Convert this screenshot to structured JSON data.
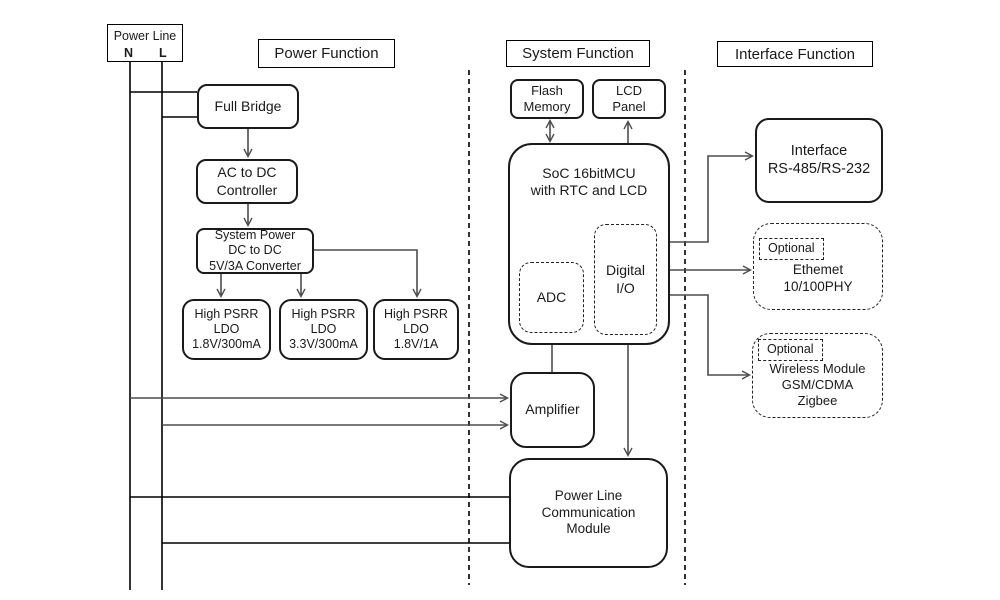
{
  "colors": {
    "ink": "#1a1a1a",
    "arrow": "#4d4d4d",
    "rail": "#000000",
    "bg": "#ffffff"
  },
  "power_line_source": {
    "title": "Power Line",
    "terminals": [
      "N",
      "L"
    ]
  },
  "sections": {
    "power": {
      "title": "Power Function",
      "blocks": {
        "full_bridge": "Full Bridge",
        "ac_dc": "AC to DC\nController",
        "sys_power": "System Power\nDC to DC\n5V/3A Converter",
        "ldo1": "High PSRR\nLDO\n1.8V/300mA",
        "ldo2": "High PSRR\nLDO\n3.3V/300mA",
        "ldo3": "High PSRR\nLDO\n1.8V/1A"
      }
    },
    "system": {
      "title": "System Function",
      "blocks": {
        "flash": "Flash\nMemory",
        "lcd": "LCD\nPanel",
        "soc": "SoC 16bitMCU\nwith RTC and LCD",
        "adc": "ADC",
        "digital_io": "Digital\nI/O",
        "amplifier": "Amplifier",
        "plc": "Power Line\nCommunication\nModule"
      }
    },
    "interface": {
      "title": "Interface Function",
      "blocks": {
        "serial": "Interface\nRS-485/RS-232",
        "ethernet": {
          "optional": "Optional",
          "label": "Ethemet\n10/100PHY"
        },
        "wireless": {
          "optional": "Optional",
          "label": "Wireless Module\nGSM/CDMA\nZigbee"
        }
      }
    }
  }
}
